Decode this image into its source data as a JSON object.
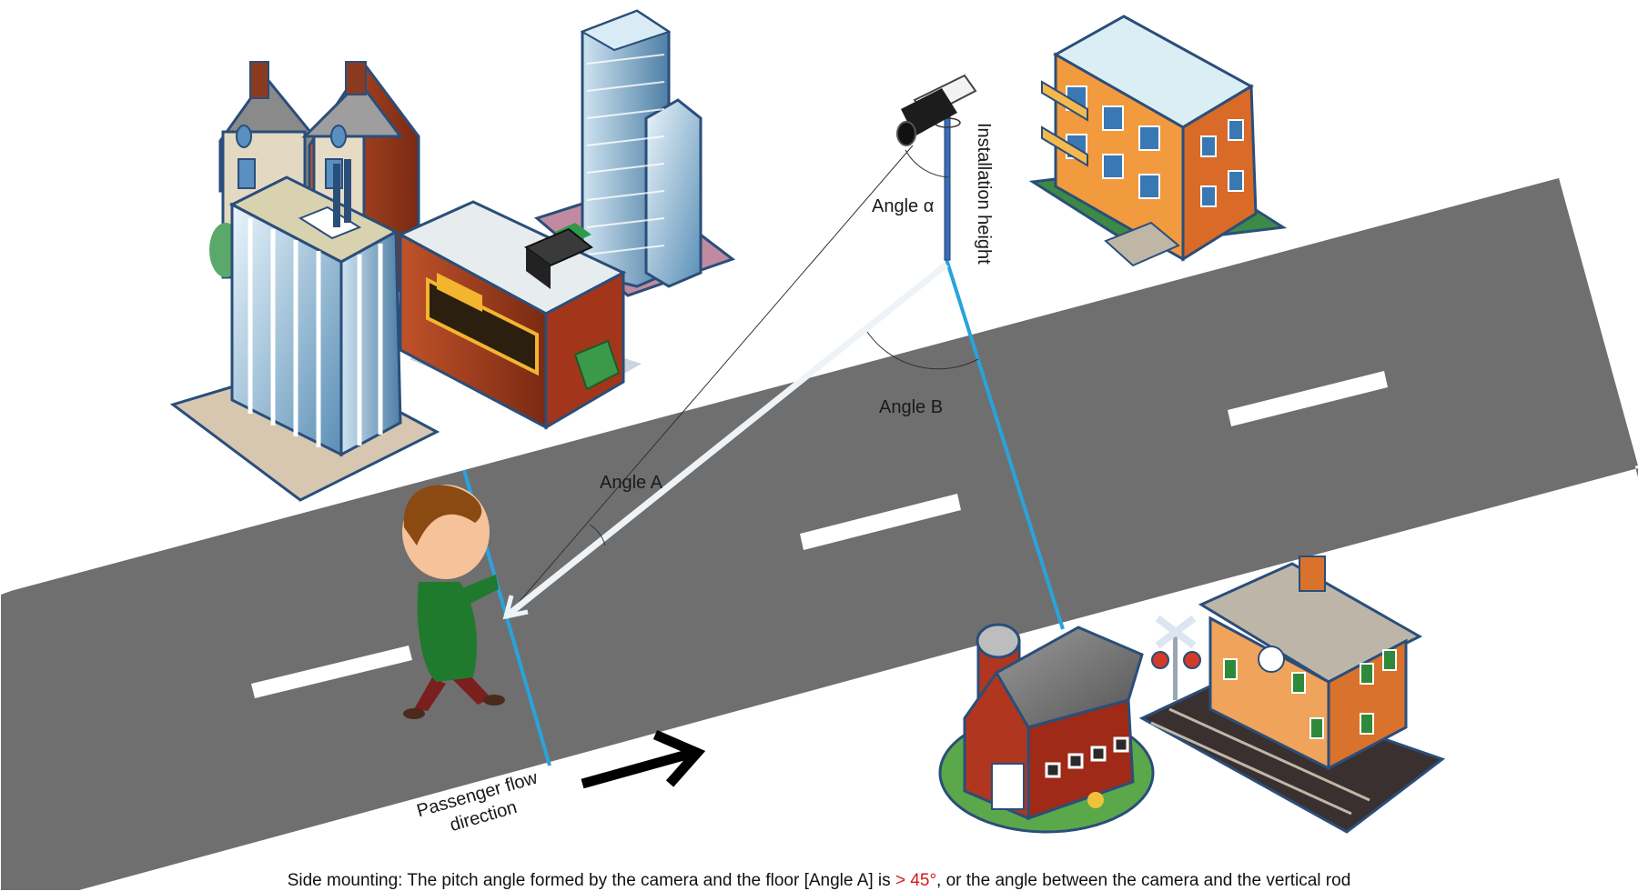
{
  "labels": {
    "installation_height": "Installation height",
    "angle_alpha": "Angle α",
    "angle_b": "Angle B",
    "angle_a": "Angle A",
    "passenger_flow_line1": "Passenger flow",
    "passenger_flow_line2": "direction"
  },
  "caption": {
    "prefix": "Side mounting: The pitch angle formed by the camera and the floor [Angle A] is ",
    "highlight": "> 45°",
    "suffix": ", or the angle between the camera and the vertical rod"
  },
  "colors": {
    "road": "#6f6f6f",
    "lane_marking": "#ffffff",
    "guide_line": "#29a3dc",
    "view_line": "#dfe8f2",
    "highlight": "#d41a1a"
  },
  "icons": [
    "camera-icon",
    "pole-icon",
    "pedestrian-icon",
    "direction-arrow-icon",
    "townhouses-icon",
    "office-tower-icon",
    "skyscraper-icon",
    "restaurant-icon",
    "apartment-icon",
    "barn-icon",
    "train-station-icon",
    "railroad-crossing-icon"
  ]
}
